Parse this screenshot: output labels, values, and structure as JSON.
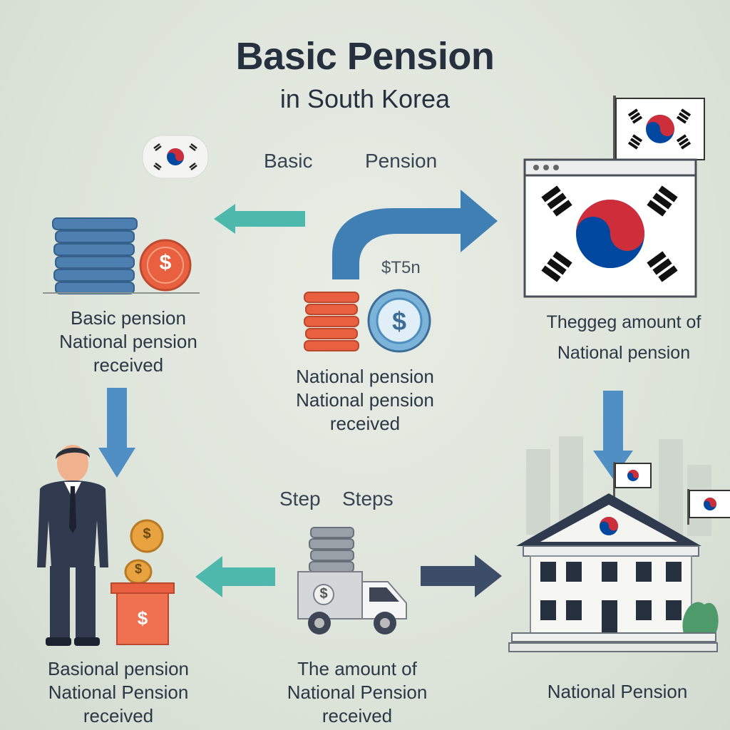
{
  "header": {
    "title": "Basic Pension",
    "subtitle": "in South Korea"
  },
  "top_center": {
    "word1": "Basic",
    "word2": "Pension",
    "amount": "$T5n"
  },
  "steps_label": {
    "word1": "Step",
    "word2": "Steps"
  },
  "nodes": {
    "top_left": {
      "line1": "Basic pension",
      "line2": "National pension",
      "line3": "received"
    },
    "top_middle": {
      "line1": "National pension",
      "line2": "National pension",
      "line3": "received"
    },
    "top_right": {
      "line1": "Theggeg amount of",
      "line2": "National pension"
    },
    "bottom_left": {
      "line1": "Basional pension",
      "line2": "National Pension",
      "line3": "received"
    },
    "bottom_middle": {
      "line1": "The amount of",
      "line2": "National Pension",
      "line3": "received"
    },
    "bottom_right": {
      "line1": "National Pension"
    }
  },
  "icons": {
    "coin_symbol": "$"
  },
  "colors": {
    "blue_arrow": "#3f7fb4",
    "teal_arrow": "#4fb8ad",
    "navy_arrow": "#3b4d68",
    "coin_orange": "#e8603f",
    "coin_blue": "#4d8fc0",
    "flag_red": "#cd2e3a",
    "flag_blue": "#0047a0"
  }
}
